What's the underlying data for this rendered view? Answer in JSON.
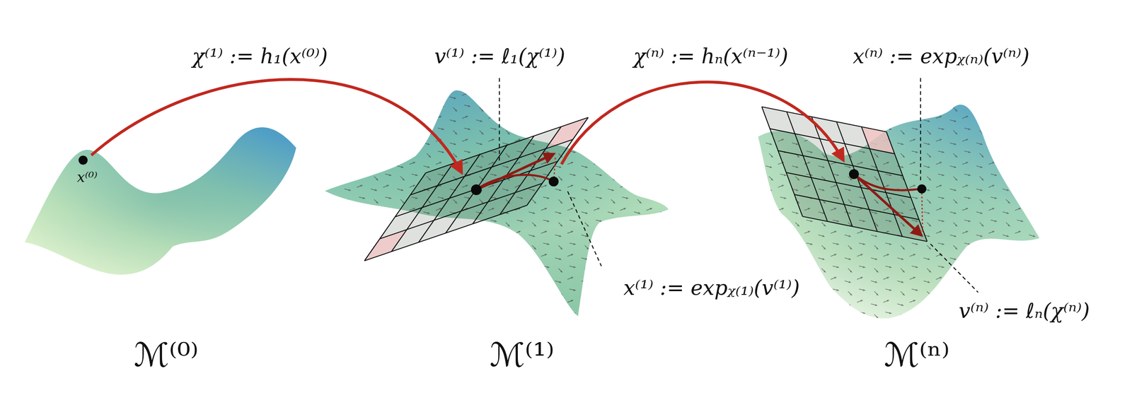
{
  "diagram": {
    "labels": [
      "χ⁽¹⁾ := h₁(x⁽⁰⁾)",
      "v⁽¹⁾ := ℓ₁(χ⁽¹⁾)",
      "χ⁽ⁿ⁾ := hₙ(x⁽ⁿ⁻¹⁾)",
      "x⁽ⁿ⁾ := expᵪ₍ₙ₎(v⁽ⁿ⁾)",
      "x⁽⁰⁾",
      "x⁽¹⁾ := expᵪ₍₁₎(v⁽¹⁾)",
      "v⁽ⁿ⁾ := ℓₙ(χ⁽ⁿ⁾)",
      "ℳ⁽⁰⁾",
      "ℳ⁽¹⁾",
      "ℳ⁽ⁿ⁾"
    ]
  }
}
